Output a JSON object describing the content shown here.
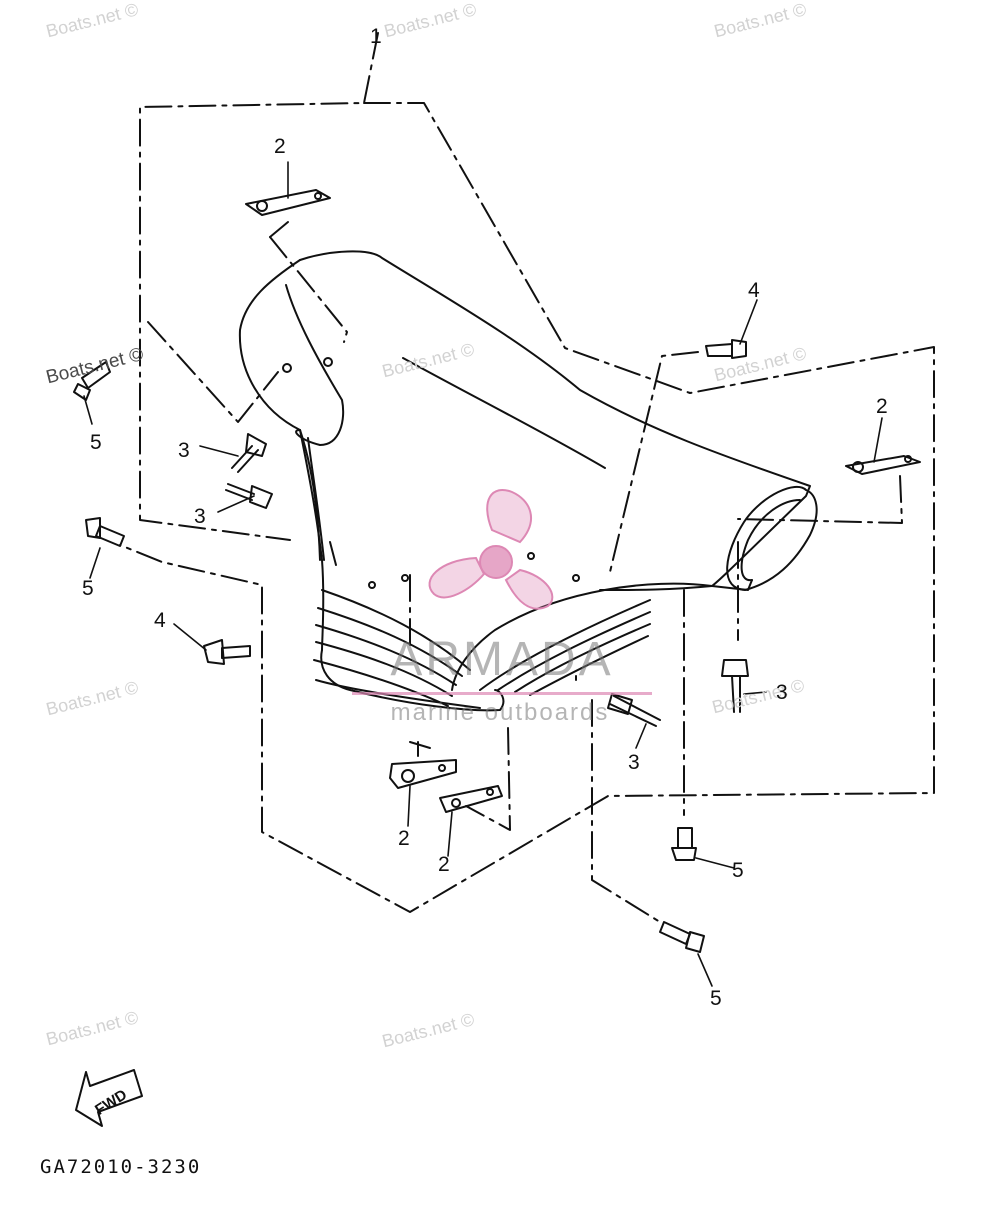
{
  "watermarks": [
    "Boats.net ©",
    "Boats.net ©",
    "Boats.net ©",
    "Boats.net ©",
    "Boats.net ©",
    "Boats.net ©",
    "Boats.net ©",
    "Boats.net ©",
    "Boats.net ©",
    "Boats.net ©"
  ],
  "callouts": {
    "c1": "1",
    "c2_top": "2",
    "c2_right": "2",
    "c2_bottom_left": "2",
    "c2_bottom_right": "2",
    "c3_upper_left": "3",
    "c3_lower_left": "3",
    "c3_center": "3",
    "c3_right": "3",
    "c4_right": "4",
    "c4_left": "4",
    "c5_top_left": "5",
    "c5_mid_left": "5",
    "c5_right": "5",
    "c5_bottom": "5"
  },
  "brand": {
    "name": "ARMADA",
    "tagline": "marine outboards",
    "logo_color": "#dd88b4"
  },
  "fwd_label": "FWD",
  "part_code": "GA72010-3230"
}
